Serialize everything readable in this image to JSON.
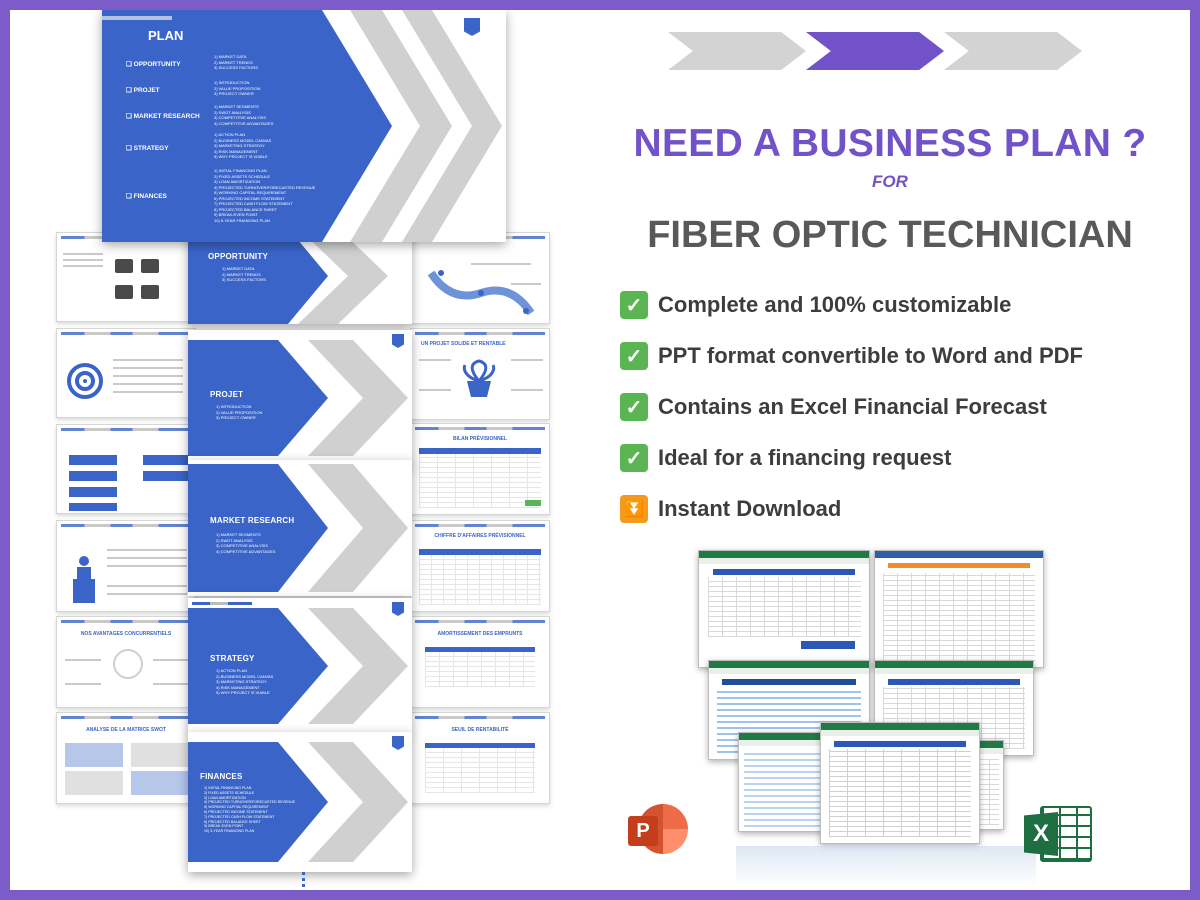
{
  "headline": "NEED A BUSINESS PLAN ?",
  "for_word": "FOR",
  "subject": "FIBER OPTIC TECHNICIAN",
  "features": [
    {
      "icon": "check-mark-icon",
      "icon_glyph": "✓",
      "text": "Complete and 100% customizable"
    },
    {
      "icon": "check-mark-icon",
      "icon_glyph": "✓",
      "text": "PPT format convertible to Word and PDF"
    },
    {
      "icon": "check-mark-icon",
      "icon_glyph": "✓",
      "text": "Contains an Excel Financial Forecast"
    },
    {
      "icon": "check-mark-icon",
      "icon_glyph": "✓",
      "text": "Ideal for a financing request"
    },
    {
      "icon": "double-down-arrow-icon",
      "icon_glyph": "⏬",
      "text": "Instant Download"
    }
  ],
  "plan_slide": {
    "title": "PLAN",
    "sections": [
      {
        "label": "OPPORTUNITY",
        "items": "1) MARKET DATA\n2) MARKET TRENDS\n3) SUCCESS FACTORS"
      },
      {
        "label": "PROJET",
        "items": "1) INTRODUCTION\n2) VALUE PROPOSITION\n3) PROJECT OWNER"
      },
      {
        "label": "MARKET RESEARCH",
        "items": "1) MARKET SEGMENTS\n2) SWOT ANALYSIS\n3) COMPETITIVE ANALYSIS\n4) COMPETITIVE ADVANTAGES"
      },
      {
        "label": "STRATEGY",
        "items": "1) ACTION PLAN\n2) BUSINESS MODEL CANVAS\n3) MARKETING STRATEGY\n4) RISK MANAGEMENT\n5) WHY PROJECT IS VIABLE"
      },
      {
        "label": "FINANCES",
        "items": "1) INITIAL FINANCING PLAN\n2) FIXED ASSETS SCHEDULE\n3) LOAN AMORTIZATION\n4) PROJECTED TURNOVER/FORECASTED REVENUE\n5) WORKING CAPITAL REQUIREMENT\n6) PROJECTED INCOME STATEMENT\n7) PROJECTED CASH FLOW STATEMENT\n8) PROJECTED BALANCE SHEET\n9) BREAK-EVEN POINT\n10) 5-YEAR FINANCING PLAN"
      }
    ]
  },
  "section_slides": [
    {
      "title": "OPPORTUNITY",
      "items": "1) MARKET DATA\n2) MARKET TRENDS\n3) SUCCESS FACTORS"
    },
    {
      "title": "PROJET",
      "items": "1) INTRODUCTION\n2) VALUE PROPOSITION\n3) PROJECT OWNER"
    },
    {
      "title": "MARKET RESEARCH",
      "items": "1) MARKET SEGMENTS\n2) SWOT ANALYSIS\n3) COMPETITIVE ANALYSIS\n4) COMPETITIVE ADVANTAGES"
    },
    {
      "title": "STRATEGY",
      "items": "1) ACTION PLAN\n2) BUSINESS MODEL CANVAS\n3) MARKETING STRATEGY\n4) RISK MANAGEMENT\n5) WHY PROJECT IS VIABLE"
    },
    {
      "title": "FINANCES",
      "items": "1) INITIAL FINANCING PLAN\n2) FIXED ASSETS SCHEDULE\n3) LOAN AMORTIZATION\n4) PROJECTED TURNOVER/FORECASTED REVENUE\n5) WORKING CAPITAL REQUIREMENT\n6) PROJECTED INCOME STATEMENT\n7) PROJECTED CASH FLOW STATEMENT\n8) PROJECTED BALANCE SHEET\n9) BREAK-EVEN POINT\n10) 5-YEAR FINANCING PLAN"
    }
  ],
  "mini_slide_titles": [
    "UN PROJET SOLIDE ET RENTABLE",
    "BILAN PRÉVISIONNEL",
    "CHIFFRE D'AFFAIRES PRÉVISIONNEL",
    "AMORTISSEMENT DES EMPRUNTS",
    "SEUIL DE RENTABILITÉ",
    "NOS AVANTAGES CONCURRENTIELS",
    "ANALYSE DE LA MATRICE SWOT"
  ],
  "colors": {
    "frame": "#7b5cc9",
    "accent_purple": "#7152c8",
    "slide_blue": "#3a64c8",
    "chevron_grey": "#d0d0d0",
    "excel_green": "#1f7a45",
    "ppt_orange": "#d04a2a"
  },
  "logos": {
    "powerpoint_letter": "P",
    "excel_letter": "X"
  }
}
